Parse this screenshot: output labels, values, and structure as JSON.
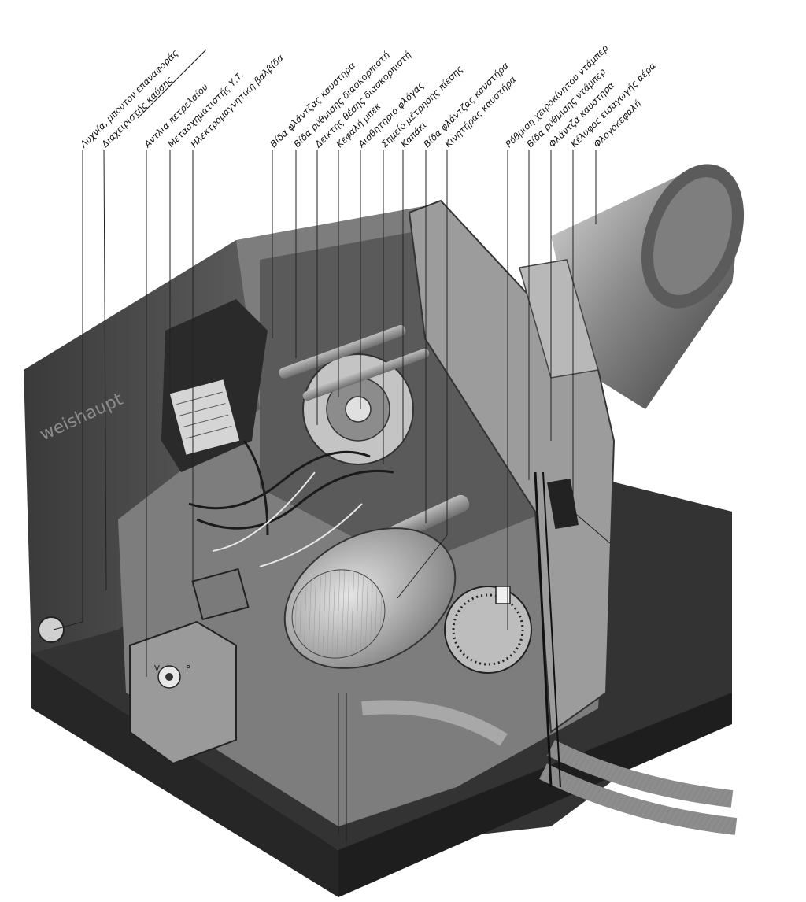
{
  "diagram": {
    "labels": [
      {
        "id": "reset-button-lamp",
        "text": "Λυχνία, μπουτόν επαναφοράς"
      },
      {
        "id": "combustion-manager",
        "text": "Διαχειριστής καύσης"
      },
      {
        "id": "oil-pump",
        "text": "Αντλία πετρελαίου"
      },
      {
        "id": "ignition-transformer",
        "text": "Μετασχηματιστής Υ.Τ."
      },
      {
        "id": "solenoid-valve",
        "text": "Ηλεκτρομαγνητική βαλβίδα"
      },
      {
        "id": "burner-flange-screw-1",
        "text": "Βίδα φλάντζας καυστήρα"
      },
      {
        "id": "diffuser-adjust-screw",
        "text": "Βίδα ρύθμισης διασκορπιστή"
      },
      {
        "id": "diffuser-position-indicator",
        "text": "Δείκτης θέσης διασκορπιστή"
      },
      {
        "id": "nozzle-head",
        "text": "Κεφαλή μπεκ"
      },
      {
        "id": "flame-sensor",
        "text": "Αισθητήριο φλόγας"
      },
      {
        "id": "pressure-test-point",
        "text": "Σημείο μέτρησης πίεσης"
      },
      {
        "id": "cover",
        "text": "Καπάκι"
      },
      {
        "id": "burner-flange-screw-2",
        "text": "Βίδα φλάντζας καυστήρα"
      },
      {
        "id": "burner-motor",
        "text": "Κινητήρας καυστήρα"
      },
      {
        "id": "manual-damper-adjust",
        "text": "Ρύθμιση χειροκίνητου ντάμπερ"
      },
      {
        "id": "damper-adjust-screw",
        "text": "Βίδα ρύθμισης ντάμπερ"
      },
      {
        "id": "burner-flange",
        "text": "Φλάντζα καυστήρα"
      },
      {
        "id": "air-intake-housing",
        "text": "Κέλυφος εισαγωγής αέρα"
      },
      {
        "id": "flame-head",
        "text": "Φλογοκεφαλή"
      }
    ],
    "brand": "weishaupt",
    "pump_marks": {
      "v": "V",
      "p": "P"
    }
  }
}
